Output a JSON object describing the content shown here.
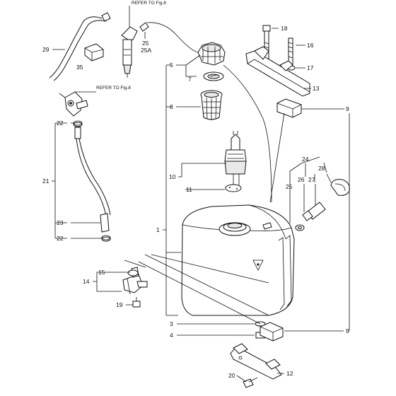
{
  "references": [
    {
      "id": "ref-top",
      "text": "REFER TO Fig.8"
    },
    {
      "id": "ref-left",
      "text": "REFER TO Fig.8"
    }
  ],
  "callouts": {
    "c1": "1",
    "c3": "3",
    "c4": "4",
    "c5": "5",
    "c7": "7",
    "c8": "8",
    "c9a": "9",
    "c9b": "9",
    "c10": "10",
    "c11": "11",
    "c12": "12",
    "c13": "13",
    "c14": "14",
    "c15": "15",
    "c16": "16",
    "c17": "17",
    "c18": "18",
    "c19": "19",
    "c20": "20",
    "c21": "21",
    "c22a": "22",
    "c22b": "22",
    "c23": "23",
    "c24": "24",
    "c25a": "25",
    "c25b": "25",
    "c25A": "25A",
    "c26": "26",
    "c27": "27",
    "c28": "28",
    "c29": "29",
    "c35": "35"
  }
}
